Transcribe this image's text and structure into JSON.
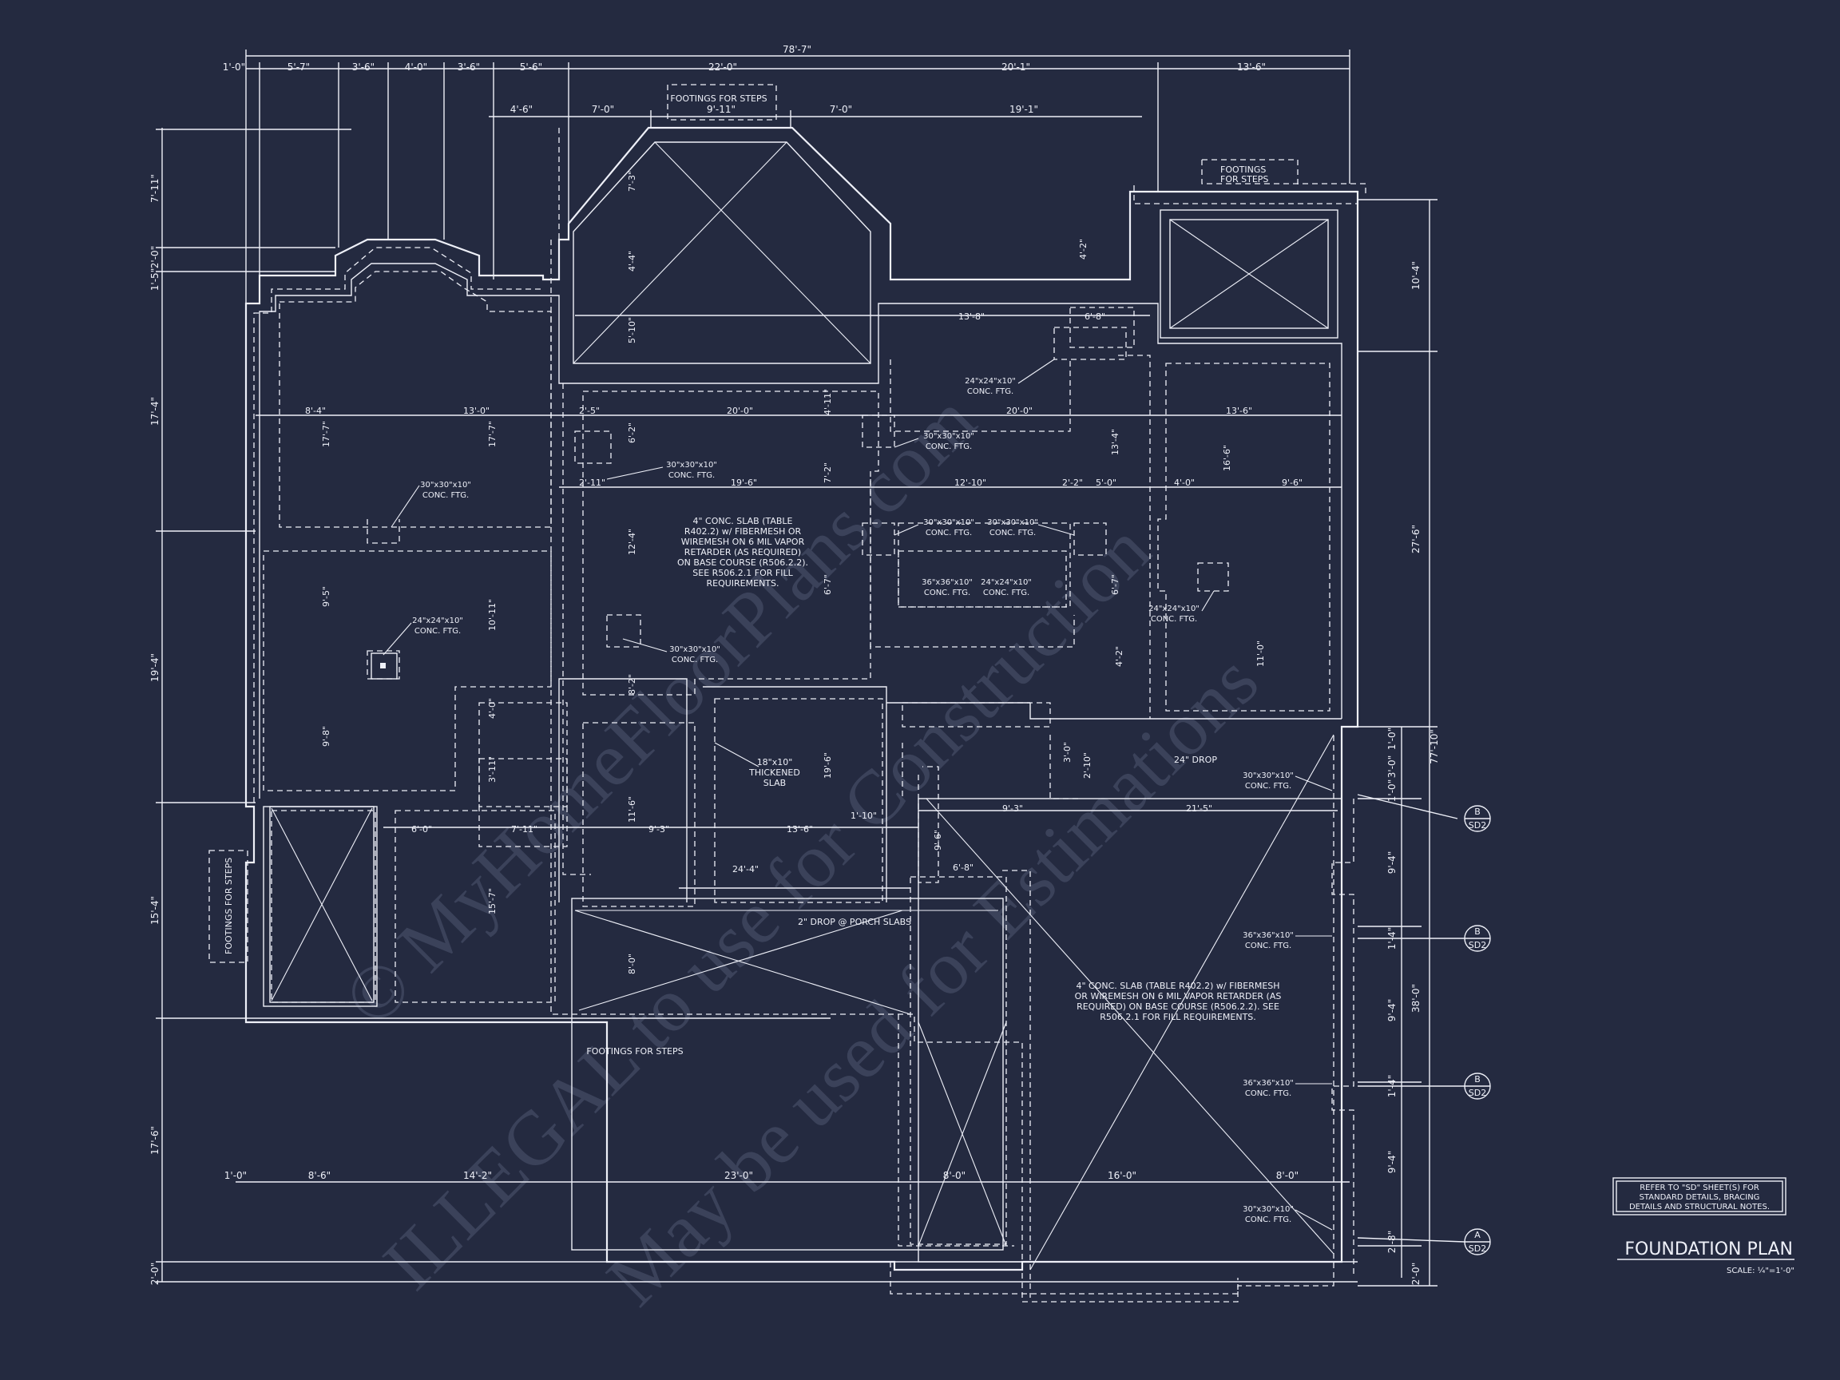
{
  "colors": {
    "background": "#242a40",
    "line": "#e8ebf4",
    "watermark": "#3a4159"
  },
  "title": {
    "main": "FOUNDATION PLAN",
    "scale": "SCALE: ¼\"=1'-0\""
  },
  "note_box": [
    "REFER TO \"SD\" SHEET(S) FOR",
    "STANDARD DETAILS, BRACING",
    "DETAILS AND STRUCTURAL NOTES."
  ],
  "watermark": {
    "line1": "© MyHomeFloorPlans.com",
    "line2": "ILLEGAL to use for Construction",
    "line3": "May be used for Estimations"
  },
  "top_dims": {
    "overall": "78'-7\"",
    "row1": [
      "1'-0\"",
      "5'-7\"",
      "3'-6\"",
      "4'-0\"",
      "3'-6\"",
      "5'-6\"",
      "22'-0\"",
      "20'-1\"",
      "13'-6\""
    ],
    "row2": [
      "4'-6\"",
      "7'-0\"",
      "9'-11\"",
      "7'-0\"",
      "19'-1\""
    ]
  },
  "left_dims": [
    "7'-11\"",
    "2'-0\"",
    "1'-5\"",
    "17'-4\"",
    "19'-4\"",
    "15'-4\"",
    "17'-6\"",
    "2'-0\""
  ],
  "right_dims": [
    "10'-4\"",
    "27'-6\"",
    "77'-10\"",
    "1'-0\"",
    "3'-0\"",
    "1'-0\"",
    "9'-4\"",
    "1'-4\"",
    "38'-0\"",
    "9'-4\"",
    "1'-4\"",
    "9'-4\"",
    "2'-8\"",
    "2'-0\""
  ],
  "bottom_dims": [
    "1'-0\"",
    "8'-6\"",
    "14'-2\"",
    "23'-0\"",
    "8'-0\"",
    "16'-0\"",
    "8'-0\""
  ],
  "interior_dims": [
    "8'-4\"",
    "13'-0\"",
    "2'-5\"",
    "20'-0\"",
    "13'-8\"",
    "6'-8\"",
    "20'-0\"",
    "13'-6\"",
    "2'-11\"",
    "19'-6\"",
    "12'-10\"",
    "2'-2\"",
    "5'-0\"",
    "4'-0\"",
    "9'-6\"",
    "17'-7\"",
    "17'-7\"",
    "6'-2\"",
    "4'-11\"",
    "7'-2\"",
    "13'-4\"",
    "16'-6\"",
    "12'-4\"",
    "6'-7\"",
    "6'-7\"",
    "11'-0\"",
    "9'-5\"",
    "10'-11\"",
    "4'-2\"",
    "9'-8\"",
    "8'-2\"",
    "4'-0\"",
    "3'-11\"",
    "19'-6\"",
    "11'-6\"",
    "6'-0\"",
    "7'-11\"",
    "9'-3\"",
    "13'-6\"",
    "1'-10\"",
    "24'-4\"",
    "9'-3\"",
    "21'-5\"",
    "6'-8\"",
    "9'-6\"",
    "15'-7\"",
    "8'-0\"",
    "2'-10\"",
    "3'-0\"",
    "7'-3\"",
    "4'-4\"",
    "5'-10\"",
    "4'-2\""
  ],
  "labels": {
    "steps_top": "FOOTINGS FOR STEPS",
    "steps_right": [
      "FOOTINGS",
      "FOR STEPS"
    ],
    "steps_left": "FOOTINGS FOR STEPS",
    "steps_bottom": "FOOTINGS FOR STEPS",
    "slab_note_1": [
      "4\" CONC. SLAB (TABLE",
      "R402.2) w/ FIBERMESH OR",
      "WIREMESH ON 6 MIL VAPOR",
      "RETARDER (AS REQUIRED)",
      "ON BASE COURSE (R506.2.2).",
      "SEE R506.2.1 FOR FILL",
      "REQUIREMENTS."
    ],
    "slab_note_2": [
      "4\" CONC. SLAB (TABLE R402.2) w/ FIBERMESH",
      "OR WIREMESH ON 6 MIL VAPOR RETARDER (AS",
      "REQUIRED) ON BASE COURSE (R506.2.2). SEE",
      "R506.2.1 FOR FILL REQUIREMENTS."
    ],
    "thickened": [
      "18\"x10\"",
      "THICKENED",
      "SLAB"
    ],
    "drop_24": "24\" DROP",
    "drop_porch": "2\" DROP @ PORCH SLABS"
  },
  "footings": [
    [
      "30\"x30\"x10\"",
      "CONC. FTG."
    ],
    [
      "24\"x24\"x10\"",
      "CONC. FTG."
    ],
    [
      "30\"x30\"x10\"",
      "CONC. FTG."
    ],
    [
      "30\"x30\"x10\"",
      "CONC. FTG."
    ],
    [
      "24\"x24\"x10\"",
      "CONC. FTG."
    ],
    [
      "30\"x30\"x10\"",
      "CONC. FTG."
    ],
    [
      "30\"x30\"x10\"",
      "CONC. FTG."
    ],
    [
      "30\"x30\"x10\"",
      "CONC. FTG."
    ],
    [
      "36\"x36\"x10\"",
      "CONC. FTG."
    ],
    [
      "24\"x24\"x10\"",
      "CONC. FTG."
    ],
    [
      "24\"x24\"x10\"",
      "CONC. FTG."
    ],
    [
      "30\"x30\"x10\"",
      "CONC. FTG."
    ],
    [
      "36\"x36\"x10\"",
      "CONC. FTG."
    ],
    [
      "36\"x36\"x10\"",
      "CONC. FTG."
    ],
    [
      "30\"x30\"x10\"",
      "CONC. FTG."
    ]
  ],
  "section_markers": [
    {
      "top": "B",
      "bottom": "SD2"
    },
    {
      "top": "B",
      "bottom": "SD2"
    },
    {
      "top": "B",
      "bottom": "SD2"
    },
    {
      "top": "A",
      "bottom": "SD2"
    }
  ]
}
